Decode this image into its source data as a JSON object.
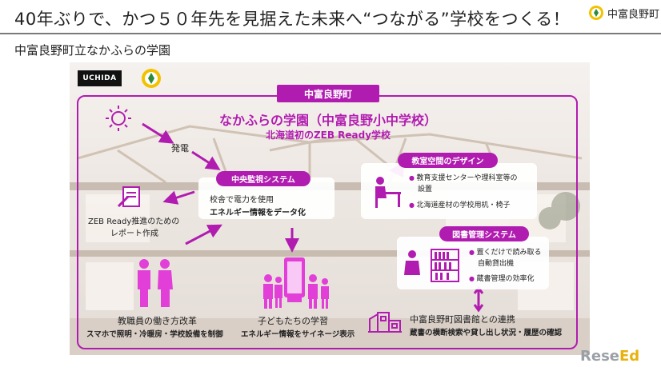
{
  "header": {
    "title": "40年ぶりで、かつ５０年先を見据えた未来へ“つながる”学校をつくる！",
    "logo_text": "中富良野町"
  },
  "subtitle": "中富良野町立なかふらの学園",
  "illustration": {
    "brand": "UCHIDA",
    "town_label": "中富良野町",
    "school_title": "なかふらの学園（中富良野小中学校）",
    "school_subtitle": "北海道初のZEB Ready学校",
    "power_label": "発電",
    "central": {
      "title": "中央監視システム",
      "line1": "校舎で電力を使用",
      "line2": "エネルギー情報をデータ化"
    },
    "report": {
      "line1": "ZEB Ready推進のための",
      "line2": "レポート作成"
    },
    "classroom": {
      "title": "教室空間のデザイン",
      "items": [
        "教育支援センターや理科室等の",
        "設置",
        "北海道産材の学校用机・椅子"
      ]
    },
    "library_sys": {
      "title": "図書管理システム",
      "items": [
        "置くだけで読み取る",
        "自動貸出機",
        "蔵書管理の効率化"
      ]
    },
    "staff": {
      "title": "教職員の働き方改革",
      "desc": "スマホで照明・冷暖房・学校設備を制御"
    },
    "learning": {
      "title": "子どもたちの学習",
      "desc": "エネルギー情報をサイネージ表示"
    },
    "town_library": {
      "title": "中富良野町図書館との連携",
      "desc": "蔵書の横断検索や貸し出し状況・履歴の確認"
    }
  },
  "watermark": {
    "part1": "Rese",
    "part2": "Ed"
  },
  "colors": {
    "accent": "#b11cb0",
    "text": "#222222"
  }
}
